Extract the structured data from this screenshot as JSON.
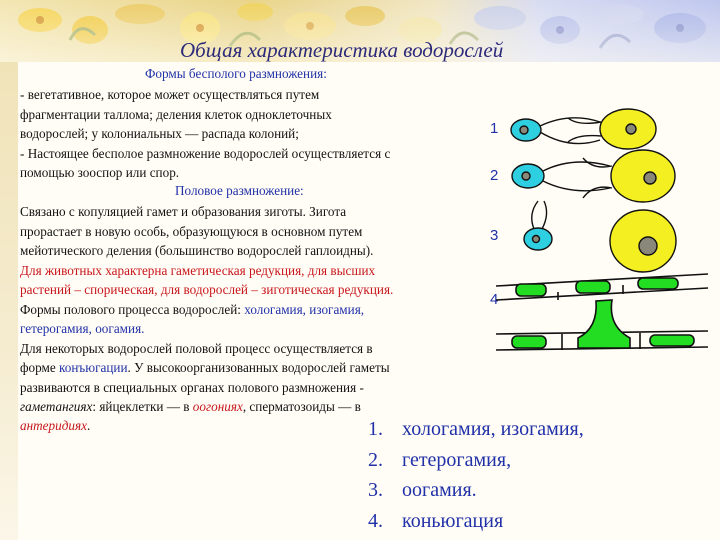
{
  "slide": {
    "title": "Общая характеристика водорослей",
    "asexual_heading": "Формы бесполого размножения:",
    "lines": [
      "- вегетативное, которое может осуществляться путем",
      "фрагментации таллома; деления клеток одноклеточных",
      "водорослей; у колониальных — распада колоний;",
      "- Настоящее бесполое размножение водорослей осуществляется с",
      "помощью зооспор или спор."
    ],
    "sexual_heading": "Половое размножение:",
    "sexual_lines": [
      "Связано с копуляцией гамет и образования зиготы. Зигота",
      "прорастает в новую особь, образующуюся в основном путем",
      "мейотического деления (большинство водорослей гаплоидны)."
    ],
    "red_lines": [
      "Для животных характерна гаметическая редукция, для высших",
      "растений – спорическая, для водорослей – зиготическая редукция."
    ],
    "forms_prefix": "Формы полового процесса водорослей: ",
    "forms_list_1": "хологамия, изогамия,",
    "forms_list_2": "гетерогамия, оогамия.",
    "conj_line1": "Для некоторых водорослей половой процесс осуществляется в",
    "conj_prefix": "форме ",
    "conj_word": "конъюгации",
    "conj_suffix": ". У высокоорганизованных водорослей гаметы",
    "gam_line": "развиваются в специальных органах полового размножения -",
    "gam_word": "гаметангиях",
    "egg_text": ": яйцеклетки — в ",
    "oog_word": "оогониях",
    "sperm_text": ", сперматозоиды — в",
    "anth_word": "антеридиях",
    "anth_suffix": "."
  },
  "figure": {
    "labels": [
      "1",
      "2",
      "3",
      "4"
    ],
    "colors": {
      "cyan": "#2ecfe0",
      "yellow": "#f4ef21",
      "green": "#22dd22",
      "nucleus": "#8a8878"
    }
  },
  "legend": [
    {
      "n": "1.",
      "text": "хологамия, изогамия,"
    },
    {
      "n": "2.",
      "text": "гетерогамия,"
    },
    {
      "n": "3.",
      "text": "оогамия."
    },
    {
      "n": "4.",
      "text": "коньюгация"
    }
  ]
}
